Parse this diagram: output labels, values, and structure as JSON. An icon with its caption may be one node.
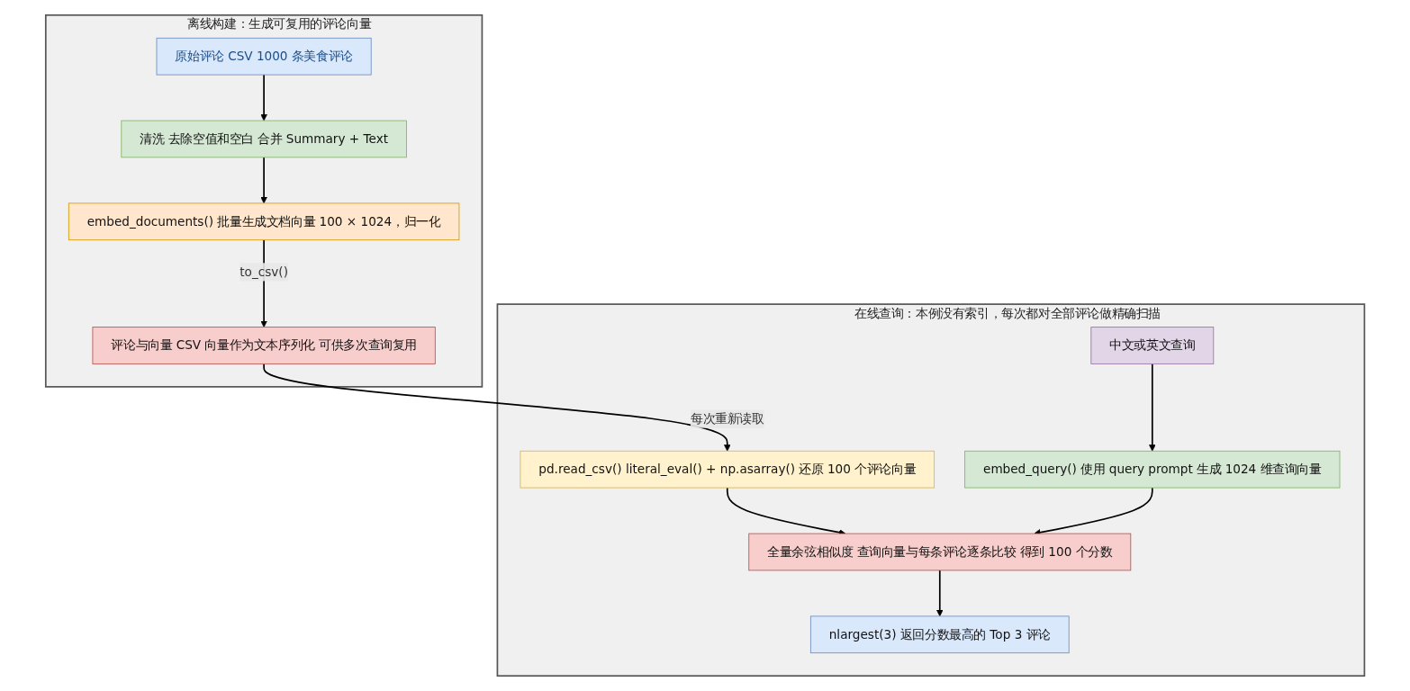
{
  "diagram": {
    "nodes": [
      {
        "text": [
          "离线构建：生成可复用的评论向量"
        ]
      },
      {
        "text": [
          "原始评论 CSV 1000 条美食评论"
        ],
        "in": 0
      },
      {
        "text": [
          "清洗 去除空值和空白 合并 Summary + Text"
        ],
        "in": 0
      },
      {
        "text": [
          "embed_documents() 批量生成文档向量 100 × 1024，归一化"
        ],
        "in": 0
      },
      {
        "text": [
          "评论与向量 CSV 向量作为文本序列化 可供多次查询复用"
        ],
        "in": 0
      },
      {
        "text": [
          "在线查询：本例没有索引，每次都对全部评论做精确扫描"
        ]
      },
      {
        "text": [
          "pd.read_csv() literal_eval() + np.asarray() 还原 100 个评论向量"
        ],
        "in": 5
      },
      {
        "text": [
          "中文或英文查询"
        ],
        "in": 5
      },
      {
        "text": [
          "embed_query() 使用 query prompt 生成 1024 维查询向量"
        ],
        "in": 5
      },
      {
        "text": [
          "全量余弦相似度 查询向量与每条评论逐条比较 得到 100 个分数"
        ],
        "in": 5
      },
      {
        "text": [
          "nlargest(3) 返回分数最高的 Top 3 评论"
        ],
        "in": 5
      }
    ],
    "edges": [
      {
        "from": 1,
        "to": 2,
        "arrow": "to"
      },
      {
        "from": 2,
        "to": 3,
        "arrow": "to"
      },
      {
        "from": 3,
        "to": 4,
        "arrow": "to",
        "label": "to_csv()"
      },
      {
        "from": 4,
        "to": 6,
        "arrow": "to",
        "label": "每次重新读取"
      },
      {
        "from": 7,
        "to": 8,
        "arrow": "to"
      },
      {
        "from": 6,
        "to": 9,
        "arrow": "to"
      },
      {
        "from": 8,
        "to": 9,
        "arrow": "to"
      },
      {
        "from": 9,
        "to": 10,
        "arrow": "to"
      }
    ]
  }
}
